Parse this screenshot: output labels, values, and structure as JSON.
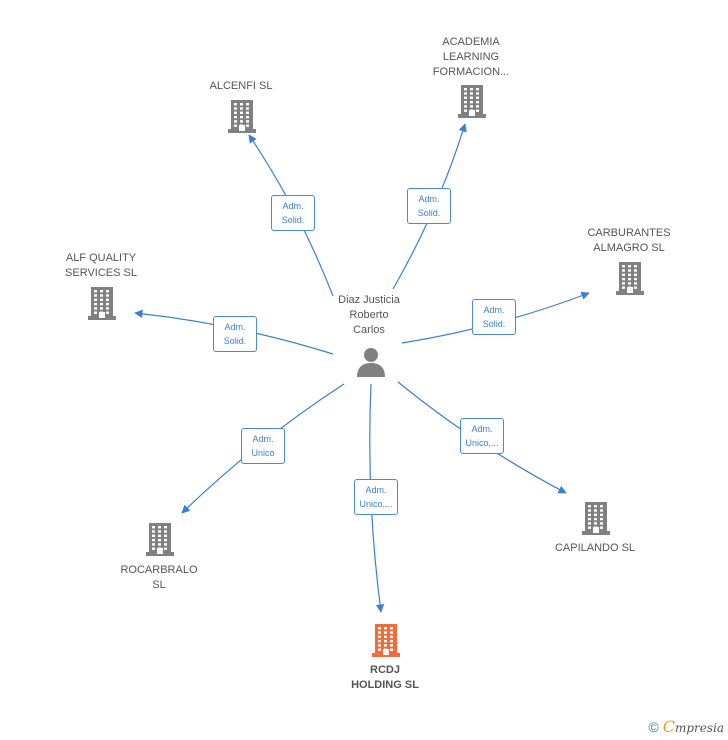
{
  "colors": {
    "edge": "#3b7fd4",
    "building": "#808080",
    "building_highlight": "#f26b38",
    "person": "#808080"
  },
  "center": {
    "name": "Diaz Justicia\nRoberto\nCarlos",
    "icon": "person-icon"
  },
  "companies": [
    {
      "id": "alcenfi",
      "name": "ALCENFI  SL",
      "role": "Adm.\nSolid.",
      "highlight": false
    },
    {
      "id": "academia",
      "name": "ACADEMIA\nLEARNING\nFORMACION...",
      "role": "Adm.\nSolid.",
      "highlight": false
    },
    {
      "id": "carburantes",
      "name": "CARBURANTES\nALMAGRO  SL",
      "role": "Adm.\nSolid.",
      "highlight": false
    },
    {
      "id": "alfquality",
      "name": "ALF QUALITY\nSERVICES  SL",
      "role": "Adm.\nSolid.",
      "highlight": false
    },
    {
      "id": "capilando",
      "name": "CAPILANDO  SL",
      "role": "Adm.\nUnico,...",
      "highlight": false
    },
    {
      "id": "rocarbralo",
      "name": "ROCARBRALO\nSL",
      "role": "Adm.\nUnico",
      "highlight": false
    },
    {
      "id": "rcdj",
      "name": "RCDJ\nHOLDING  SL",
      "role": "Adm.\nUnico,...",
      "highlight": true
    }
  ],
  "footer": {
    "copyright": "©",
    "brand_first": "C",
    "brand_rest": "mpresia"
  }
}
